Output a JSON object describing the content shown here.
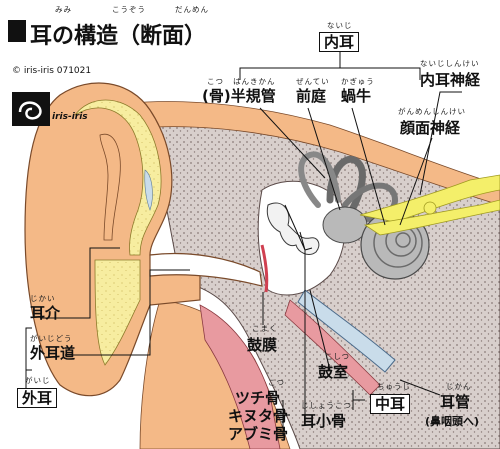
{
  "title": {
    "text": "耳の構造（断面）",
    "ruby_mimi": "みみ",
    "ruby_kouzou": "こうぞう",
    "ruby_danmen": "だんめん"
  },
  "credit": {
    "copyright": "© iris-iris  071021",
    "logo_text": "iris-iris"
  },
  "labels": {
    "naiji": {
      "text": "内耳",
      "ruby": "ないじ"
    },
    "hankikan": {
      "text": "(骨)半規管",
      "ruby_kotsu": "こつ",
      "ruby": "はんきかん"
    },
    "zentei": {
      "text": "前庭",
      "ruby": "ぜんてい"
    },
    "kagyu": {
      "text": "蝸牛",
      "ruby": "かぎゅう"
    },
    "naiji_shinkei": {
      "text": "内耳神経",
      "ruby": "ないじしんけい"
    },
    "ganmen_shinkei": {
      "text": "顔面神経",
      "ruby": "がんめんしんけい"
    },
    "jikai": {
      "text": "耳介",
      "ruby": "じかい"
    },
    "gaijidou": {
      "text": "外耳道",
      "ruby": "がいじどう"
    },
    "gaiji": {
      "text": "外耳",
      "ruby": "がいじ"
    },
    "komaku": {
      "text": "鼓膜",
      "ruby": "こまく"
    },
    "koshitsu": {
      "text": "鼓室",
      "ruby": "こしつ"
    },
    "chuji": {
      "text": "中耳",
      "ruby": "ちゅうじ"
    },
    "jikan": {
      "text": "耳管",
      "ruby": "じかん"
    },
    "jikan_sub": {
      "text": "(鼻咽頭へ)"
    },
    "tsuchi": {
      "text": "ツチ骨",
      "ruby": "こつ"
    },
    "kinuta": {
      "text": "キヌタ骨"
    },
    "abumi": {
      "text": "アブミ骨"
    },
    "jishoukotsu": {
      "text": "耳小骨",
      "ruby": "じしょうこつ"
    }
  },
  "colors": {
    "skin": "#f4b987",
    "cartilage": "#f7eda0",
    "bone": "#d8cfcc",
    "bone_dot": "#8a7b78",
    "canal": "#ffffff",
    "cochlea": "#b9b9b9",
    "nerve": "#f4ef6a",
    "tube": "#c9dcea",
    "muscle": "#e89aa0"
  }
}
